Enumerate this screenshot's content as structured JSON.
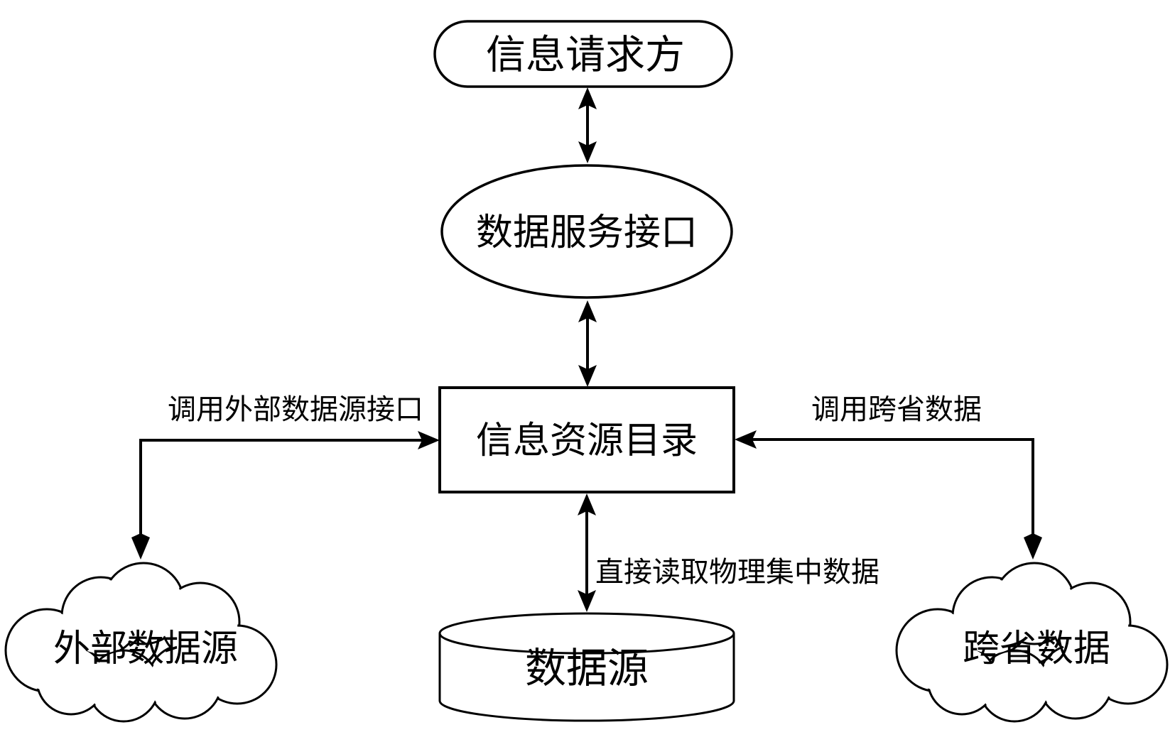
{
  "diagram": {
    "background_color": "#ffffff",
    "line_color": "#000000",
    "nodes": {
      "requester": {
        "label": "信息请求方"
      },
      "service_interface": {
        "label": "数据服务接口"
      },
      "resource_catalog": {
        "label": "信息资源目录"
      },
      "data_source": {
        "label": "数据源"
      },
      "external_data_source": {
        "label": "外部数据源"
      },
      "cross_province_data": {
        "label": "跨省数据"
      }
    },
    "edge_labels": {
      "call_external": "调用外部数据源接口",
      "call_cross_province": "调用跨省数据",
      "direct_read": "直接读取物理集中数据"
    }
  }
}
